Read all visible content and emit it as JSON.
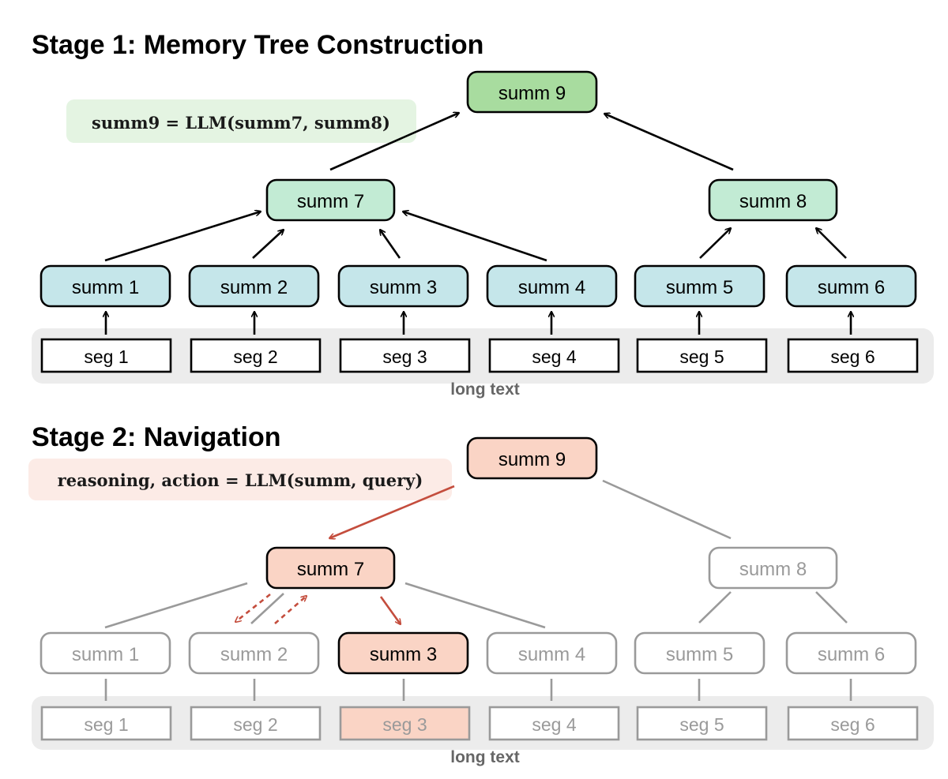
{
  "stage1": {
    "title": "Stage 1: Memory Tree Construction",
    "formula": "summ9 = LLM(summ7, summ8)",
    "root": "summ 9",
    "mid": [
      "summ 7",
      "summ 8"
    ],
    "summaries": [
      "summ 1",
      "summ 2",
      "summ 3",
      "summ 4",
      "summ 5",
      "summ 6"
    ],
    "segments": [
      "seg 1",
      "seg 2",
      "seg 3",
      "seg 4",
      "seg 5",
      "seg 6"
    ],
    "long_text_label": "long text"
  },
  "stage2": {
    "title": "Stage 2: Navigation",
    "formula": "reasoning, action = LLM(summ, query)",
    "root": "summ 9",
    "mid": [
      "summ 7",
      "summ 8"
    ],
    "summaries": [
      "summ 1",
      "summ 2",
      "summ 3",
      "summ 4",
      "summ 5",
      "summ 6"
    ],
    "segments": [
      "seg 1",
      "seg 2",
      "seg 3",
      "seg 4",
      "seg 5",
      "seg 6"
    ],
    "long_text_label": "long text",
    "selected_path": [
      "summ 9",
      "summ 7",
      "summ 3",
      "seg 3"
    ]
  },
  "colors": {
    "root_green": "#a8dc9f",
    "mid_green": "#c2ebd4",
    "leaf_blue": "#c5e6ea",
    "formula_green_bg": "#e4f4e2",
    "formula_pink_bg": "#fcebe6",
    "highlight_salmon": "#fad4c5",
    "arrow_red": "#c44d3d",
    "muted_gray": "#9a9a9a",
    "band_gray": "#ececec"
  }
}
